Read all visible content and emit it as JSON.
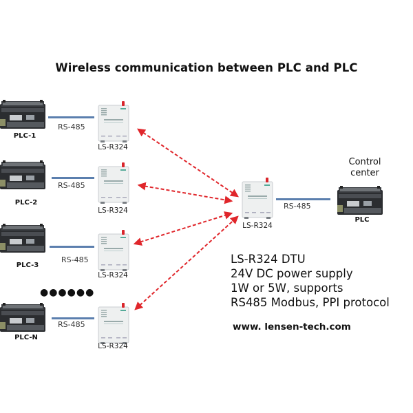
{
  "title": "Wireless communication between PLC and PLC",
  "colors": {
    "wire": "#5b7fae",
    "arrow": "#e0262b",
    "plc_body": "#2b2d30",
    "dtu_body": "#eef0f0",
    "antenna": "#d9252b"
  },
  "remote_nodes": [
    {
      "plc_label": "PLC-1",
      "link_label": "RS-485",
      "dtu_label": "LS-R324"
    },
    {
      "plc_label": "PLC-2",
      "link_label": "RS-485",
      "dtu_label": "LS-R324"
    },
    {
      "plc_label": "PLC-3",
      "link_label": "RS-485",
      "dtu_label": "LS-R324"
    },
    {
      "plc_label": "PLC-N",
      "link_label": "RS-485",
      "dtu_label": "LS-R324"
    }
  ],
  "ellipsis": "●●●●●●",
  "central": {
    "dtu_label": "LS-R324",
    "link_label": "RS-485",
    "control_center_label_line1": "Control",
    "control_center_label_line2": "center",
    "plc_label": "PLC"
  },
  "specs": {
    "line1": "LS-R324 DTU",
    "line2": "24V DC power supply",
    "line3": "1W or 5W, supports",
    "line4": "RS485 Modbus, PPI protocol"
  },
  "website": "www. lensen-tech.com",
  "icons": {
    "plc": "plc-controller-icon",
    "dtu": "dtu-radio-modem-icon",
    "link": "bidirectional-dashed-arrow"
  }
}
